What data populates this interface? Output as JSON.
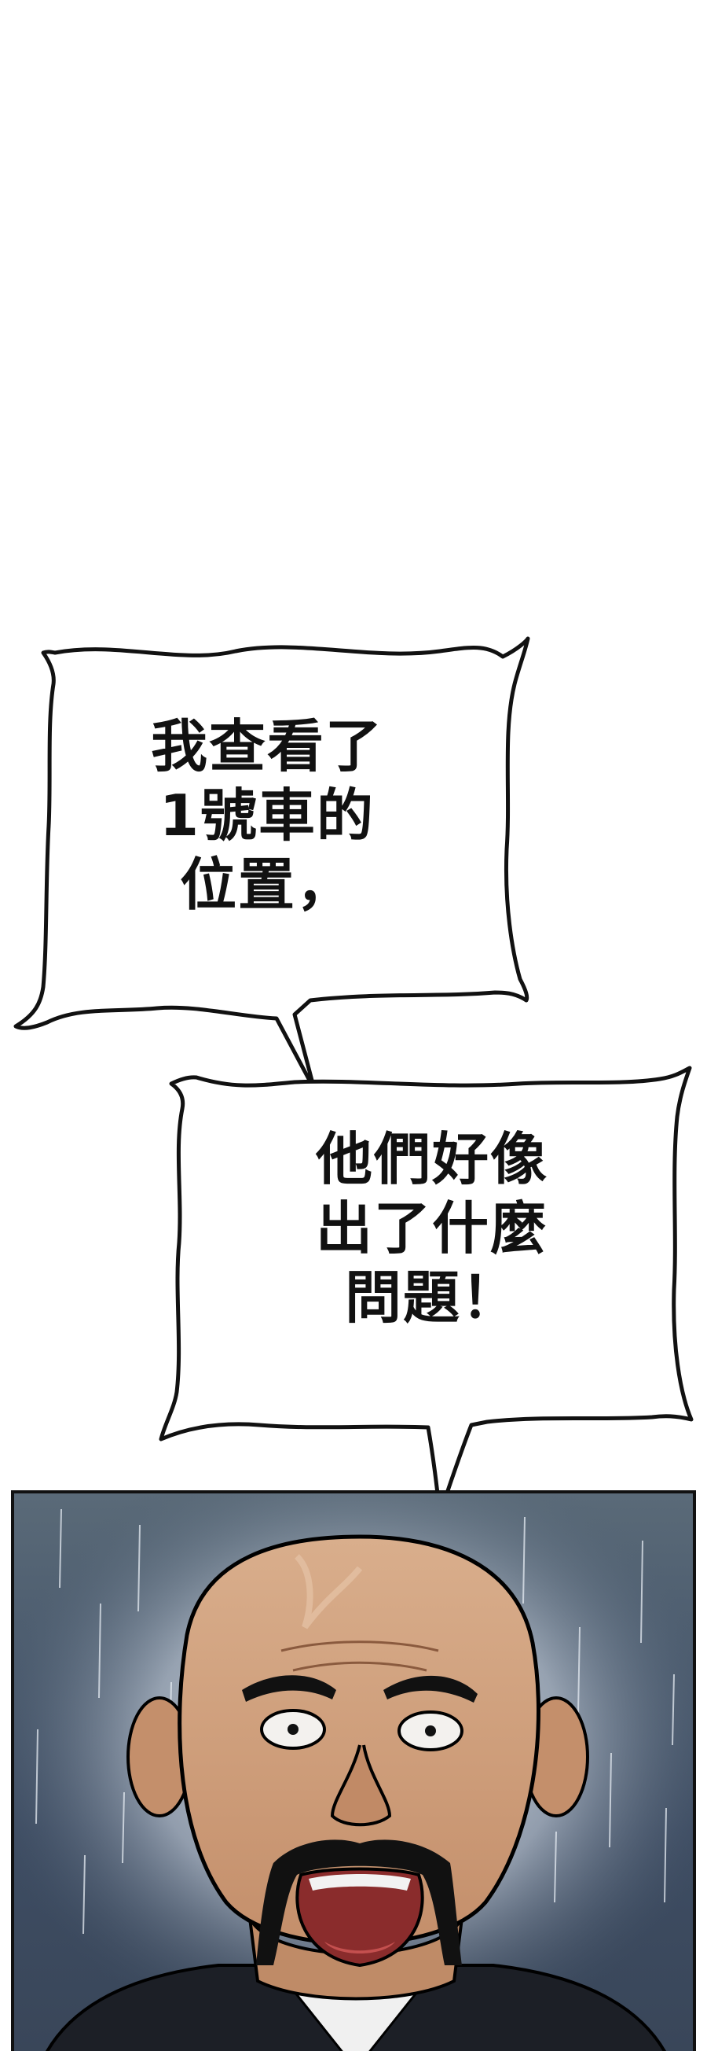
{
  "bubbles": [
    {
      "lines": [
        "我查看了",
        "1號車的",
        "位置，"
      ]
    },
    {
      "lines": [
        "他們好像",
        "出了什麼",
        "問題！"
      ]
    }
  ],
  "colors": {
    "background": "#ffffff",
    "ink": "#111111",
    "skin": "#d9a985",
    "skin_shadow": "#b78463",
    "panel_bg": "#445469",
    "mouth": "#8a2c2c",
    "jacket": "#1c1f26"
  }
}
